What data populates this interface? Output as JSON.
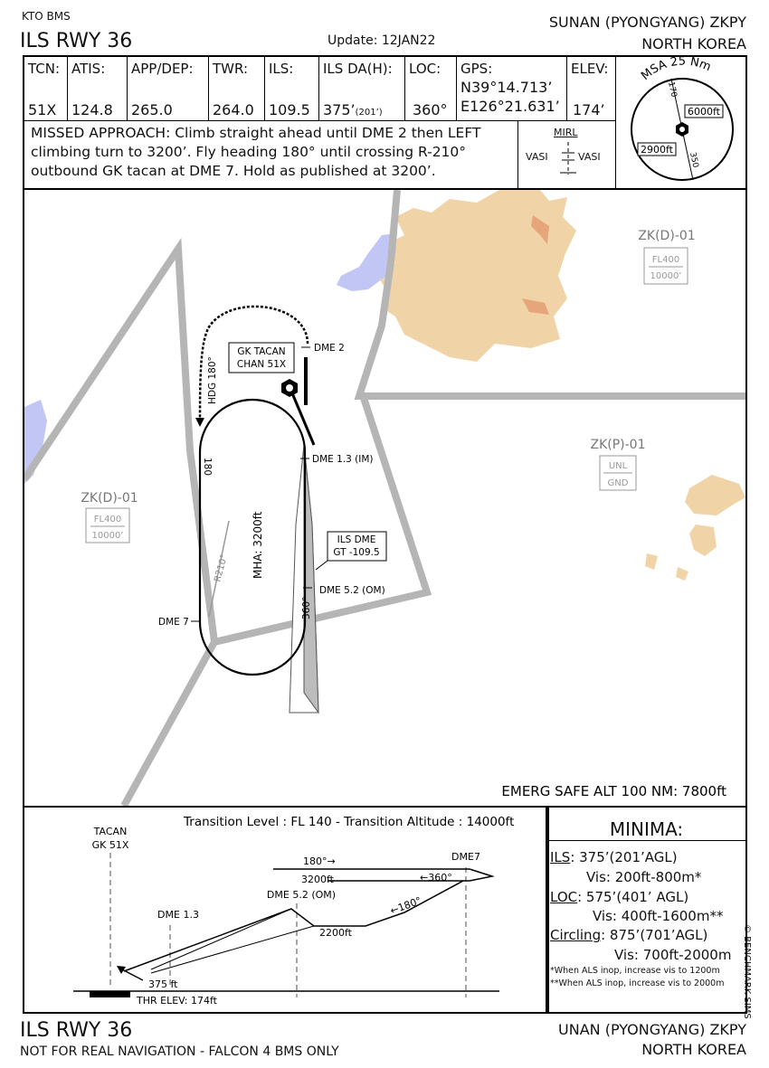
{
  "header": {
    "source": "KTO BMS",
    "procedure": "ILS RWY 36",
    "update": "Update: 12JAN22",
    "airport": "SUNAN (PYONGYANG) ZKPY",
    "country": "NORTH KOREA"
  },
  "info": {
    "tcn": {
      "label": "TCN:",
      "value": "51X"
    },
    "atis": {
      "label": "ATIS:",
      "value": "124.8"
    },
    "appdep": {
      "label": "APP/DEP:",
      "value": "265.0"
    },
    "twr": {
      "label": "TWR:",
      "value": "264.0"
    },
    "ils": {
      "label": "ILS:",
      "value": "109.5"
    },
    "ilsda": {
      "label": "ILS DA(H):",
      "value": "375’",
      "sub": "(201’)"
    },
    "loc": {
      "label": "LOC:",
      "value": "360°"
    },
    "gps": {
      "label": "GPS:",
      "lat": "N39°14.713’",
      "lon": "E126°21.631’"
    },
    "elev": {
      "label": "ELEV:",
      "value": "174’"
    }
  },
  "missed_approach": {
    "line1": "MISSED APPROACH: Climb straight ahead until DME 2 then LEFT",
    "line2": "climbing turn to 3200’. Fly heading 180° until crossing R-210°",
    "line3": "outbound GK tacan at DME 7. Hold as published at 3200’."
  },
  "lighting": {
    "mirl": "MIRL",
    "vasi_left": "VASI",
    "vasi_right": "VASI"
  },
  "msa": {
    "title": "MSA 25 Nm",
    "alt_high": "6000ft",
    "alt_low": "2900ft",
    "brg1": "170",
    "brg2": "350"
  },
  "plan": {
    "zone_nw": {
      "name": "ZK(D)-01",
      "top": "FL400",
      "bottom": "10000’"
    },
    "zone_ne": {
      "name": "ZK(D)-01",
      "top": "FL400",
      "bottom": "10000’"
    },
    "zone_e": {
      "name": "ZK(P)-01",
      "top": "UNL",
      "bottom": "GND"
    },
    "tacan_box": {
      "line1": "GK TACAN",
      "line2": "CHAN 51X"
    },
    "ils_box": {
      "line1": "ILS DME",
      "line2": "GT -109.5"
    },
    "dme2": "DME 2",
    "dme13": "DME 1.3 (IM)",
    "dme52": "DME 5.2 (OM)",
    "dme7": "DME 7",
    "hdg180": "HDG 180°",
    "mha": "MHA: 3200ft",
    "r210": "R210°",
    "inbound": "360°",
    "outbound": "180",
    "emerg": "EMERG SAFE ALT 100 NM: 7800ft"
  },
  "profile": {
    "transition": "Transition Level : FL 140  -  Transition Altitude : 14000ft",
    "tacan1": "TACAN",
    "tacan2": "GK 51X",
    "dme13": "DME 1.3",
    "dme52": "DME 5.2 (OM)",
    "dme7": "DME7",
    "hold_out": "180°→",
    "hold_alt": "3200ft",
    "hold_in": "←360°",
    "inbound": "←180°",
    "alt2200": "2200ft",
    "alt375": "375 ft",
    "thr": "THR ELEV: 174ft"
  },
  "minima": {
    "title": "MINIMA:",
    "ils_label": "ILS",
    "ils_val": ": 375’(201’AGL)",
    "ils_vis": "Vis: 200ft-800m*",
    "loc_label": "LOC",
    "loc_val": ": 575’(401’ AGL)",
    "loc_vis": "Vis: 400ft-1600m**",
    "circ_label": "Circling",
    "circ_val": ": 875’(701’AGL)",
    "circ_vis": "Vis: 700ft-2000m",
    "note1": "*When ALS inop, increase vis to 1200m",
    "note2": "**When ALS inop, increase vis to 2000m"
  },
  "copyright": "© BENCHMARK SIMS",
  "footer": {
    "procedure": "ILS RWY 36",
    "disclaimer": "NOT FOR REAL NAVIGATION - FALCON 4 BMS ONLY",
    "airport": "UNAN (PYONGYANG) ZKPY",
    "country": "NORTH KOREA"
  }
}
